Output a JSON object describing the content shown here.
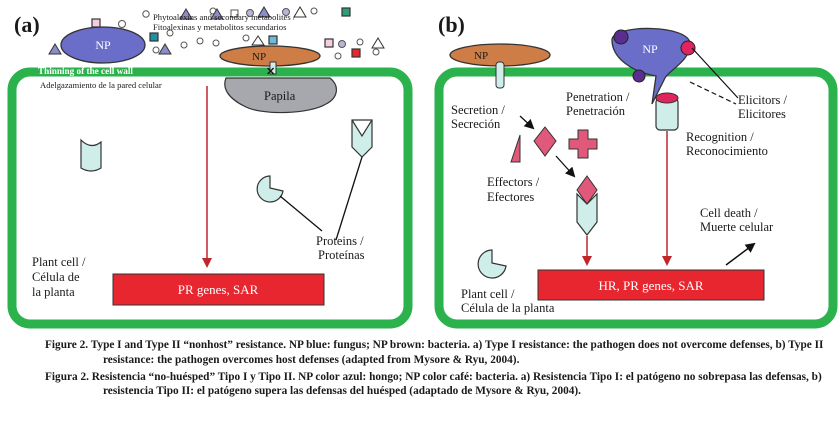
{
  "panels": {
    "a": {
      "letter": "(a)",
      "np_fungus": "NP",
      "np_bacteria": "NP",
      "phytoalexins_en": "Phytoalexins and secondary metabolites /",
      "phytoalexins_es": "Fitoalexinas y metabolitos secundarios",
      "thinning_en": "Thinning of the cell wall",
      "thinning_es": "Adelgazamiento de la pared celular",
      "papila": "Papila",
      "proteins_en": "Proteins /",
      "proteins_es": "Proteínas",
      "plant_cell_1": "Plant cell /",
      "plant_cell_2": "Célula de",
      "plant_cell_3": "la planta",
      "bar": "PR genes, SAR"
    },
    "b": {
      "letter": "(b)",
      "np_bacteria": "NP",
      "np_fungus": "NP",
      "secretion_en": "Secretion /",
      "secretion_es": "Secreción",
      "penetration_en": "Penetration /",
      "penetration_es": "Penetración",
      "elicitors_en": "Elicitors /",
      "elicitors_es": "Elicitores",
      "recognition_en": "Recognition /",
      "recognition_es": "Reconocimiento",
      "effectors_en": "Effectors /",
      "effectors_es": "Efectores",
      "cell_death_en": "Cell death /",
      "cell_death_es": "Muerte celular",
      "plant_cell": "Plant cell /",
      "plant_cell_es": "Célula de la planta",
      "bar": "HR, PR genes, SAR"
    }
  },
  "caption": {
    "en_label": "Figure 2.",
    "en_text": "Type I and Type II “nonhost” resistance. NP blue: fungus; NP brown: bacteria. a) Type I resistance: the pathogen does not overcome defenses, b) Type II resistance: the pathogen overcomes host defenses (adapted from Mysore & Ryu, 2004).",
    "es_label": "Figura 2.",
    "es_text": "Resistencia “no-huésped” Tipo I y Tipo II. NP color azul: hongo; NP color café: bacteria. a) Resistencia Tipo I: el patógeno no sobrepasa las defensas, b) resistencia Tipo II: el patógeno supera las defensas del huésped (adaptado de Mysore & Ryu, 2004)."
  },
  "colors": {
    "cell_wall": "#2bb24c",
    "fungus": "#6a6ec9",
    "bacteria": "#cf7d47",
    "red_bar": "#e8262f",
    "arrow_red": "#c0272d",
    "receptor": "#cfeee9",
    "effector": "#e0587a",
    "papila": "#a7a7ae"
  }
}
